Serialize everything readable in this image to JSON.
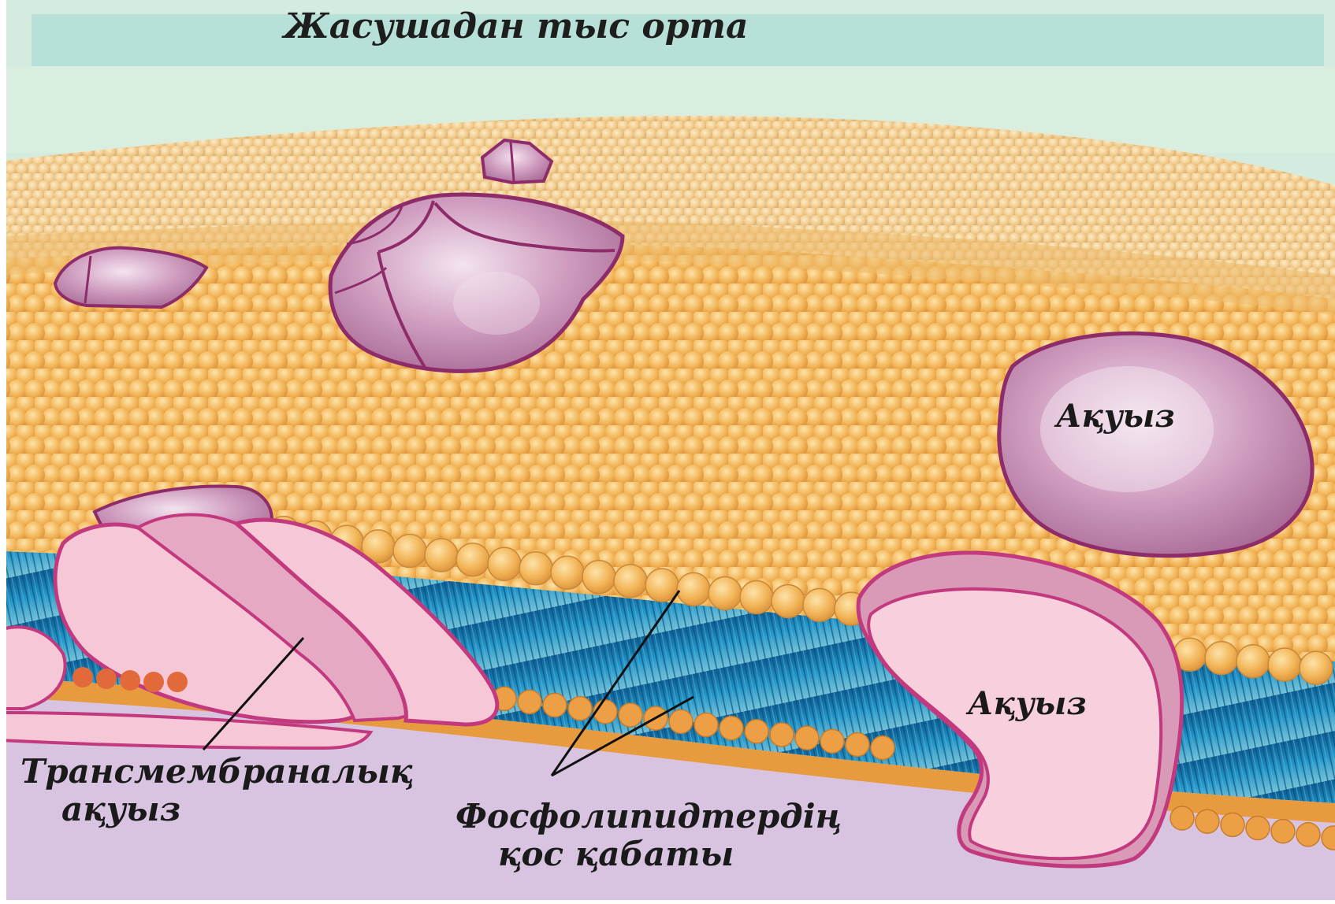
{
  "labels": {
    "extracellular": "Жасушадан тыс орта",
    "protein_top": "Ақуыз",
    "protein_bottom": "Ақуыз",
    "transmembrane_line1": "Трансмембраналық",
    "transmembrane_line2": "ақуыз",
    "bilayer_line1": "Фосфолипидтердің",
    "bilayer_line2": "қос қабаты"
  },
  "colors": {
    "extracellular_fluid": "#d4ece0",
    "title_band": "#b6e0d8",
    "phospholipid_head": "#f2b457",
    "lipid_tail": "#1e7fb8",
    "protein": "#c88fb4",
    "protein_outline": "#8e2c6a",
    "transmembrane_protein": "#f6c7d6",
    "cytoplasm": "#d8c4e0"
  }
}
